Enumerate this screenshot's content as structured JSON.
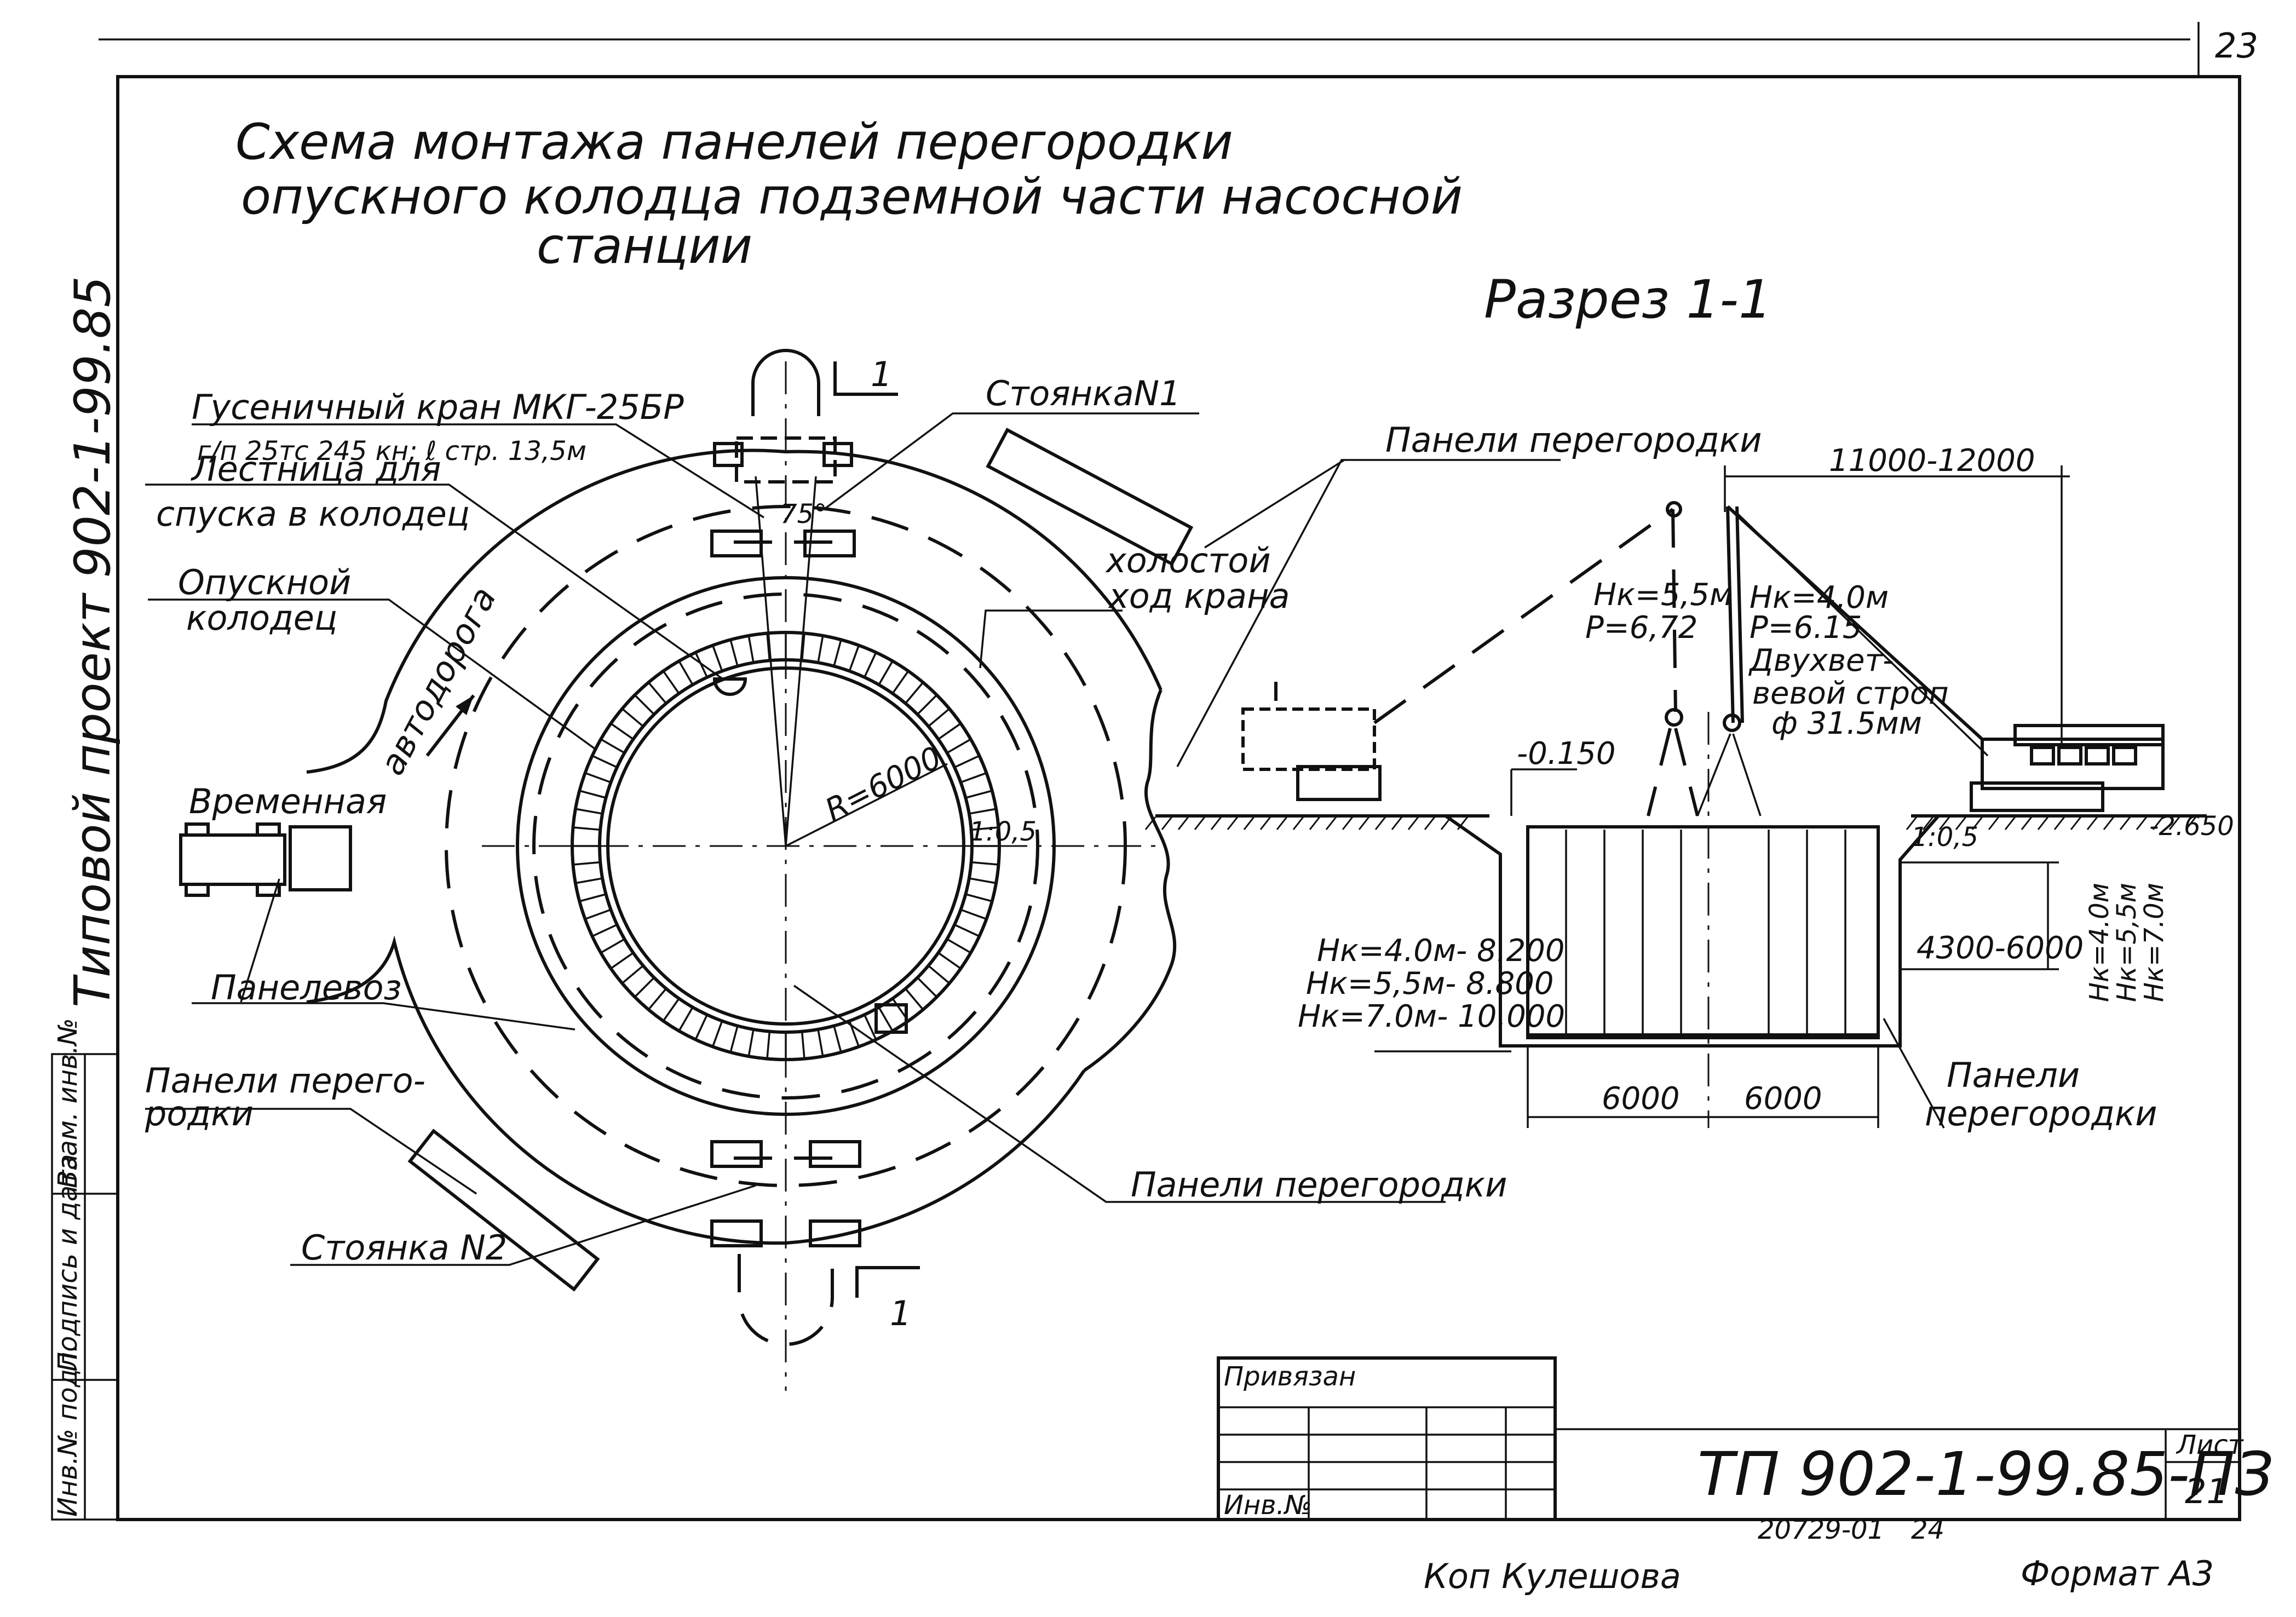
{
  "page_number": "23",
  "title_lines": [
    "Схема   монтажа  панелей  перегородки",
    "опускного колодца  подземной части насосной",
    "станции"
  ],
  "side_text": "Типовой  проект  902-1-99.85",
  "margin_stamp_cells": [
    "Инв.№ подл.",
    "Подпись и дата",
    "Взам. инв.№"
  ],
  "plan": {
    "crane_label": "Гусеничный  кран  МКГ-25БР",
    "crane_specs": "г/п 25тс 245 кн; ℓ стр. 13,5м",
    "ladder_label_1": "Лестница для",
    "ladder_label_2": "спуска в  колодец",
    "caisson_label_1": "Опускной",
    "caisson_label_2": "колодец",
    "road_label": "автодорога",
    "temp_road_label": "Временная",
    "panel_truck_label": "Панелевоз",
    "panels_left_1": "Панели  перего-",
    "panels_left_2": "родки",
    "stand_1": "СтоянкаN1",
    "stand_2": "Стоянка  N2",
    "idle_move_1": "холостой",
    "idle_move_2": "ход крана",
    "panels_bottom": "Панели перегородки",
    "radius_label": "R=6000",
    "slope_label": "1:0,5",
    "angle_label": "75°",
    "section_mark": "1"
  },
  "section": {
    "title": "Разрез 1-1",
    "panels_top": "Панели  перегородки",
    "reach_dim": "11000-12000",
    "hk55": "Hк=5,5м",
    "p672": "P=6,72",
    "hk40": "Hк=4,0м",
    "p615": "P=6.15",
    "sling_1": "Двухвет-",
    "sling_2": "вевой строп",
    "sling_3": "ф 31.5мм",
    "level_top": "-0.150",
    "level_right": "-2.650",
    "slope": "1:0,5",
    "depth_dim": "4300-6000",
    "hk_right": [
      "Hк=4.0м",
      "Hк=5,5м",
      "Hк=7.0м"
    ],
    "hk_left": [
      "Hк=4.0м- 8.200",
      "Hк=5,5м- 8.800",
      "Hк=7.0м- 10.000"
    ],
    "width_left": "6000",
    "width_right": "6000",
    "panels_right_1": "Панели",
    "panels_right_2": "перегородки"
  },
  "stamp": {
    "attached": "Привязан",
    "inv_no": "Инв.№",
    "code": "ТП 902-1-99.85-ПЗ",
    "sheet_label": "Лист",
    "sheet_no": "21",
    "order_no": "20729-01",
    "order_page": "24"
  },
  "footer": {
    "copied": "Коп Кулешова",
    "format": "Формат А3"
  }
}
